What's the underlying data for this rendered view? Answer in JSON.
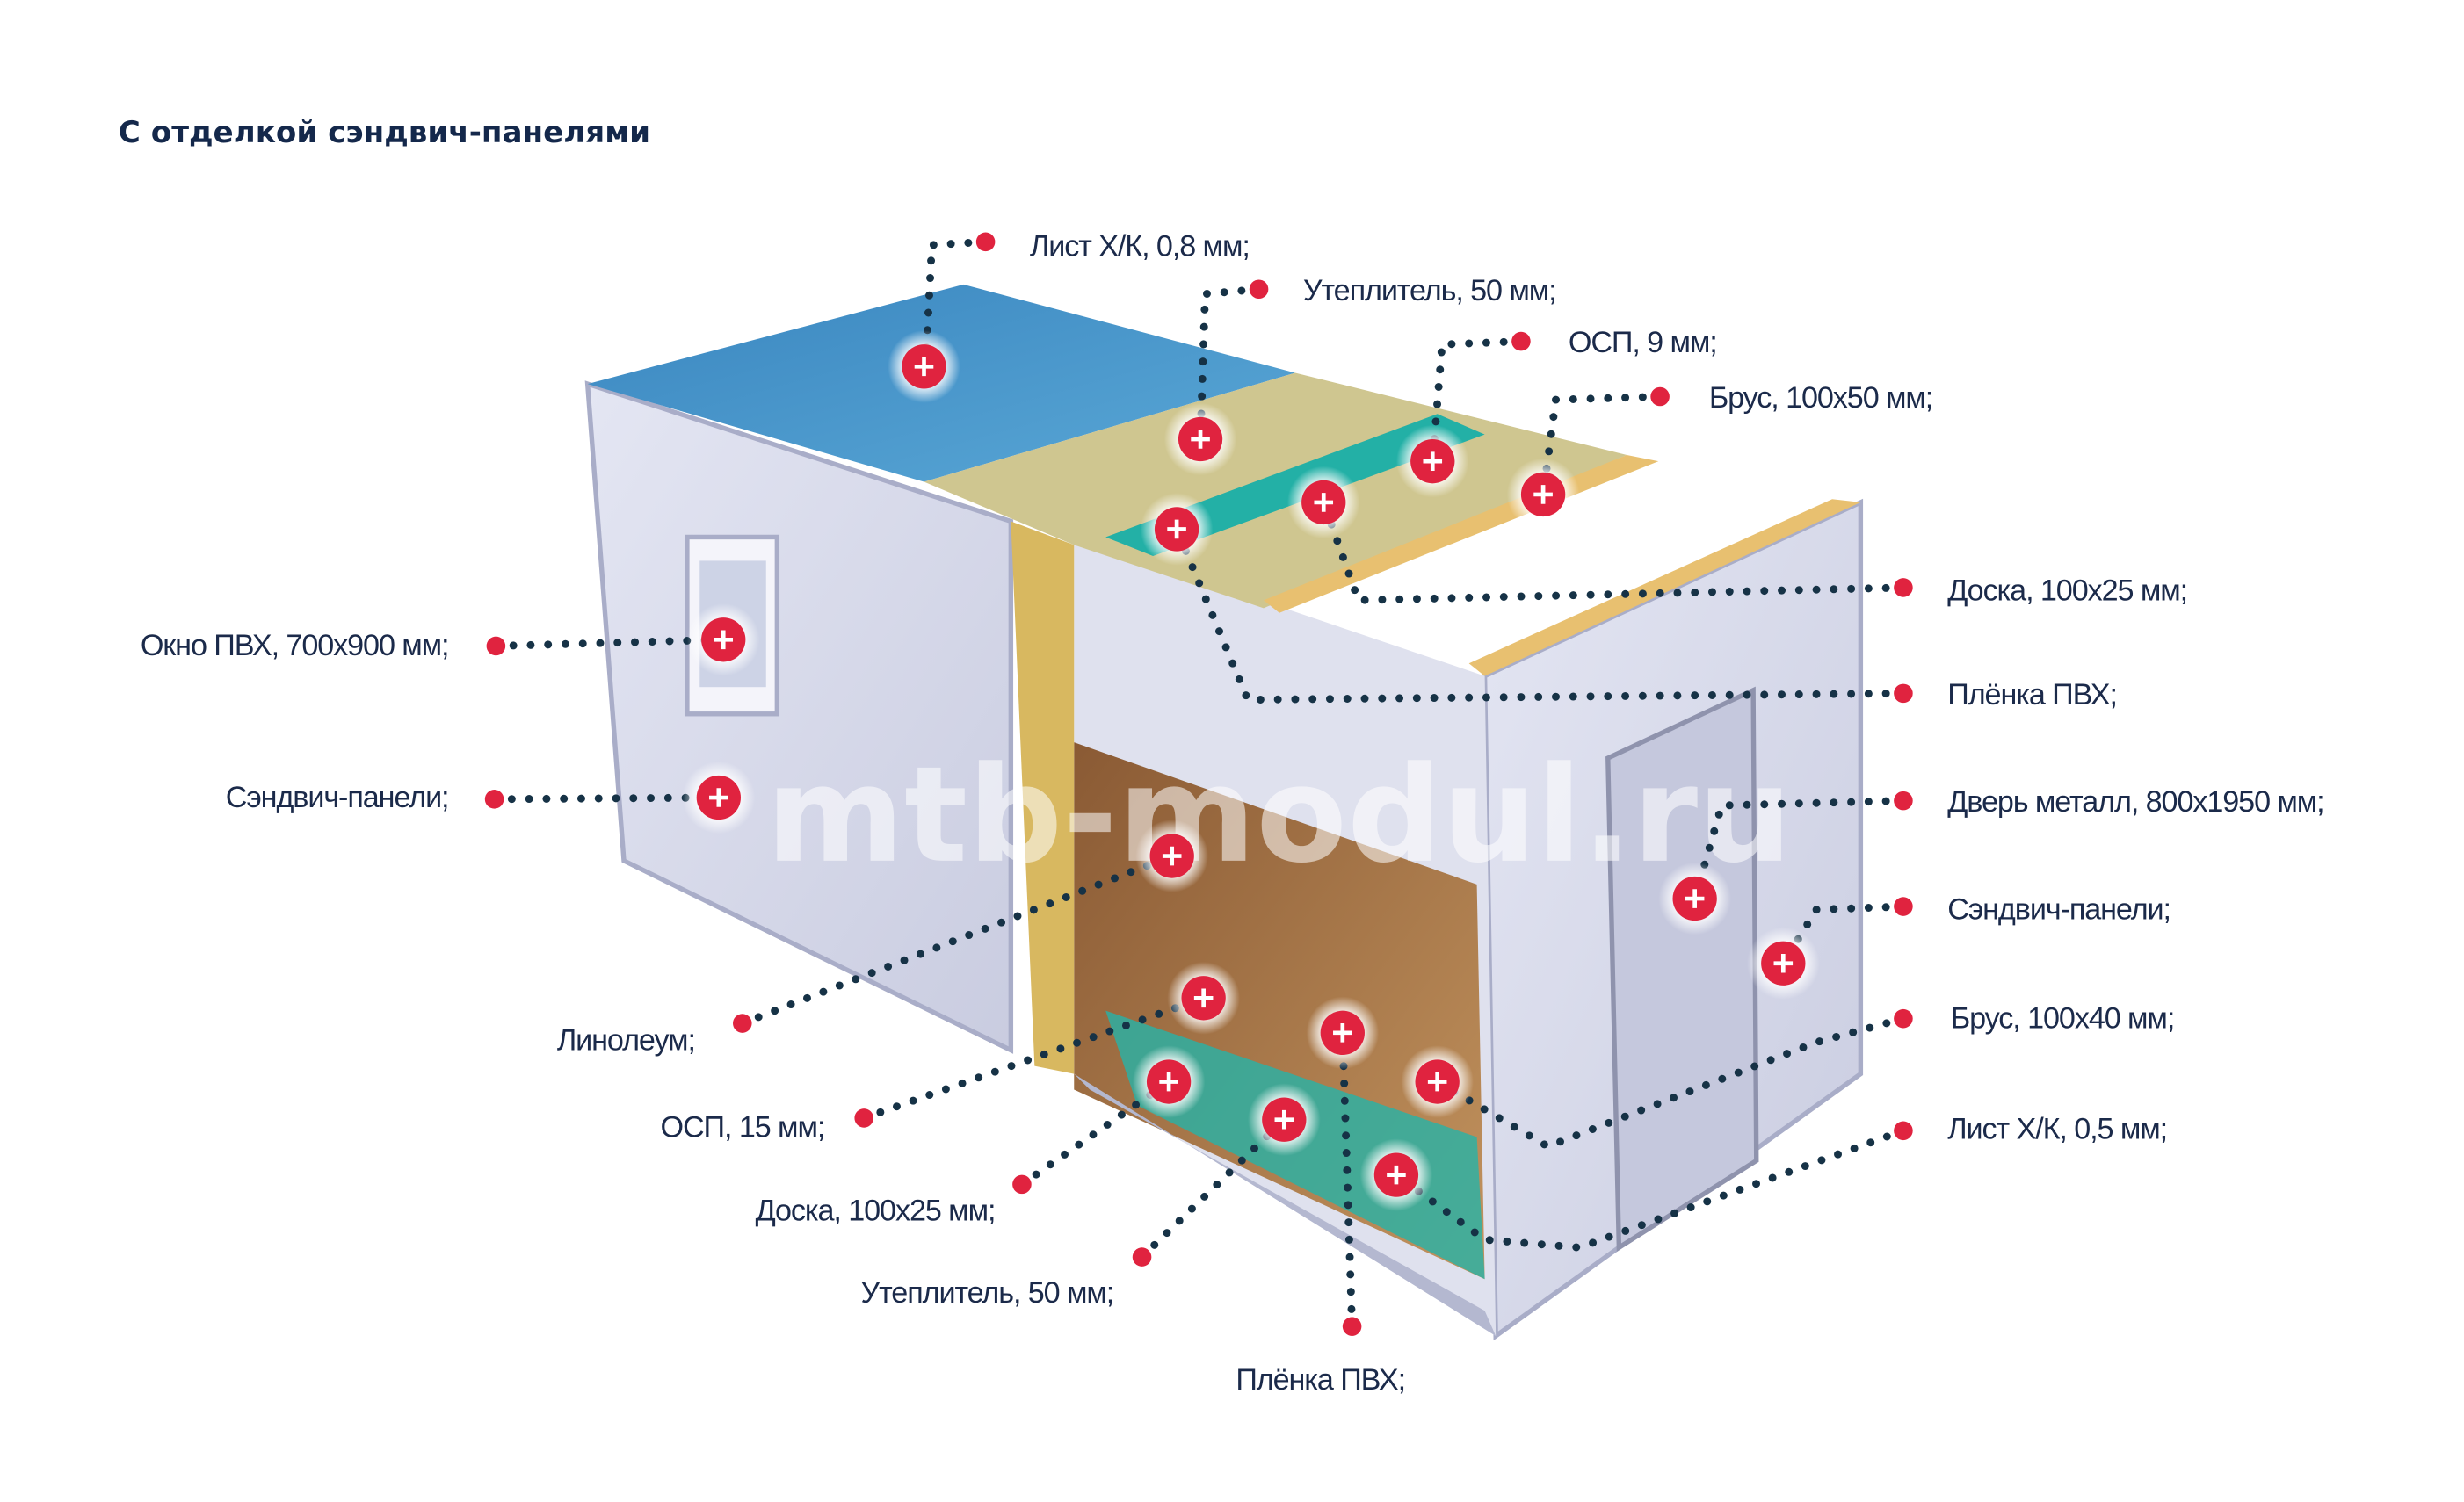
{
  "title": "С отделкой сэндвич-панелями",
  "watermark": "mtb-modul.ru",
  "colors": {
    "marker": "#e0233f",
    "dots": "#163246",
    "roof": "#3f8fc4",
    "text": "#1b2a4a"
  },
  "labels_right": [
    "Лист Х/К, 0,8 мм;",
    "Утеплитель, 50 мм;",
    "ОСП, 9 мм;",
    "Брус, 100х50 мм;",
    "Доска, 100х25 мм;",
    "Плёнка ПВХ;",
    "Дверь металл, 800х1950 мм;",
    "Сэндвич-панели;",
    "Брус, 100х40 мм;",
    "Лист Х/К, 0,5 мм;"
  ],
  "labels_left": [
    "Окно ПВХ, 700х900 мм;",
    "Сэндвич-панели;",
    "Линолеум;",
    "ОСП, 15 мм;",
    "Доска, 100х25 мм;",
    "Утеплитель, 50 мм;",
    "Плёнка ПВХ;"
  ]
}
